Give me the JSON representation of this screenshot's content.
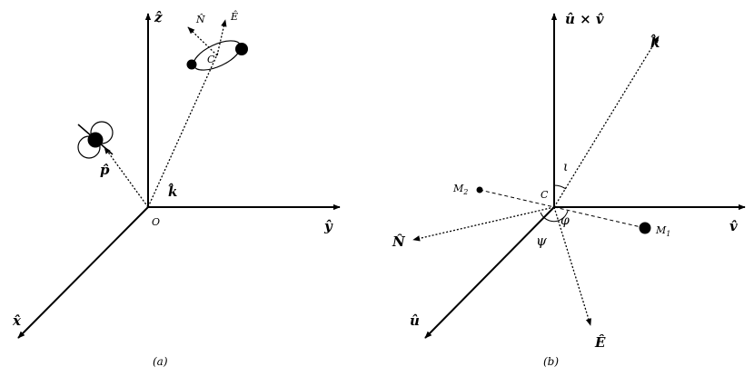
{
  "panel_a": {
    "caption": "(a)",
    "axes": {
      "z": "ẑ",
      "y": "ŷ",
      "x": "x̂"
    },
    "origin": "O",
    "vectors": {
      "k": "k̂",
      "p": "p̂"
    },
    "binary": {
      "N": "N̂",
      "E": "Ê",
      "center": "C"
    }
  },
  "panel_b": {
    "caption": "(b)",
    "axes": {
      "uxv": "û × v̂",
      "v": "v̂",
      "u": "û",
      "k": "k̂",
      "N": "N̂",
      "E": "Ê"
    },
    "center": "C",
    "masses": {
      "m1_base": "M",
      "m1_sub": "1",
      "m2_base": "M",
      "m2_sub": "2"
    },
    "angles": {
      "iota": "ι",
      "phi": "φ",
      "psi": "ψ"
    }
  }
}
